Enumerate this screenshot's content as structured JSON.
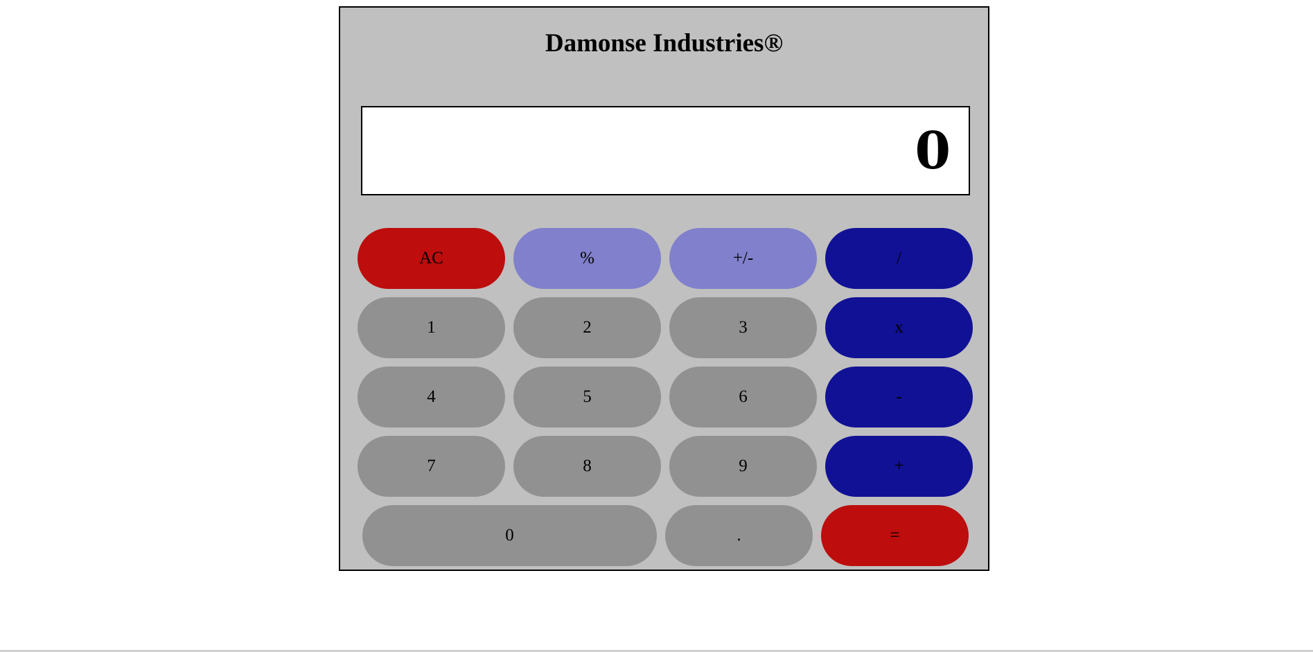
{
  "brand": {
    "title": "Damonse Industries®"
  },
  "display": {
    "value": "0"
  },
  "colors": {
    "body": "#c0c0c0",
    "red": "#bd0d0d",
    "light_blue": "#8080cc",
    "dark_blue": "#111196",
    "gray": "#919191"
  },
  "keys": {
    "ac": "AC",
    "percent": "%",
    "sign": "+/-",
    "divide": "/",
    "one": "1",
    "two": "2",
    "three": "3",
    "multiply": "x",
    "four": "4",
    "five": "5",
    "six": "6",
    "subtract": "-",
    "seven": "7",
    "eight": "8",
    "nine": "9",
    "add": "+",
    "zero": "0",
    "decimal": ".",
    "equals": "="
  }
}
